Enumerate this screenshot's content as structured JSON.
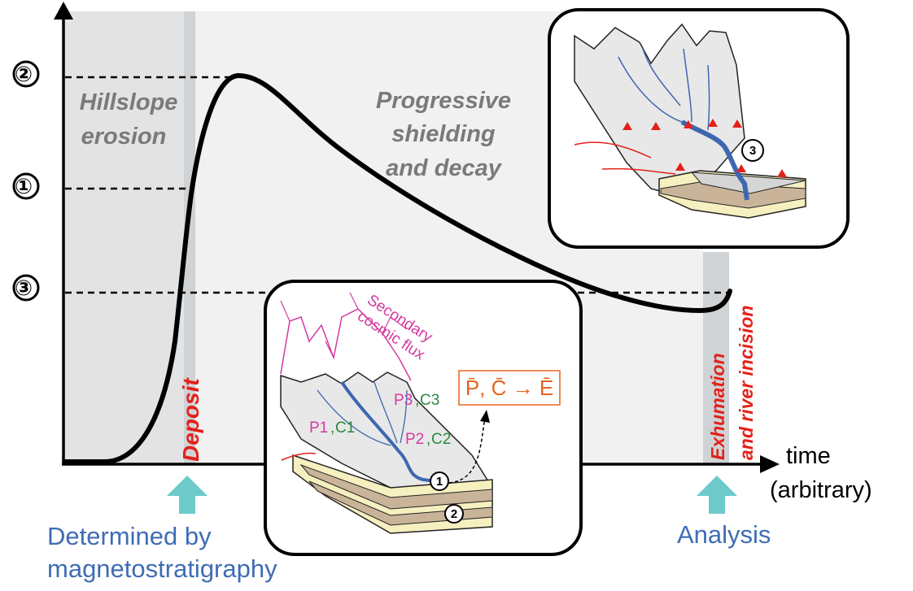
{
  "levels": [
    "②",
    "①",
    "③"
  ],
  "phases": {
    "hillslope": [
      "Hillslope",
      "erosion"
    ],
    "shielding": [
      "Progressive",
      "shielding",
      "and decay"
    ],
    "deposit": "Deposit",
    "exhumation": [
      "Exhumation",
      "and river incision"
    ]
  },
  "axis": {
    "x_label": [
      "time",
      "(arbitrary)"
    ]
  },
  "notes": {
    "deposit_note": [
      "Determined by",
      "magnetostratigraphy"
    ],
    "analysis_note": "Analysis"
  },
  "inset_top": {
    "marker": "3"
  },
  "inset_bottom": {
    "flux_label": [
      "Secondary",
      "cosmic flux"
    ],
    "p1": "P1",
    "c1": "C1",
    "p2": "P2",
    "c2": "C2",
    "p3": "P3",
    "c3": "C3",
    "sep": ",",
    "marker1": "1",
    "marker2": "2",
    "equation": "P̄, C̄ → Ē"
  },
  "colors": {
    "red_text": "#e32119",
    "blue_text": "#3f6cb5",
    "arrow_teal": "#6ccacb",
    "panel_grey": "#f0f0f0",
    "hillslope_grey": "#e2e2e2"
  }
}
